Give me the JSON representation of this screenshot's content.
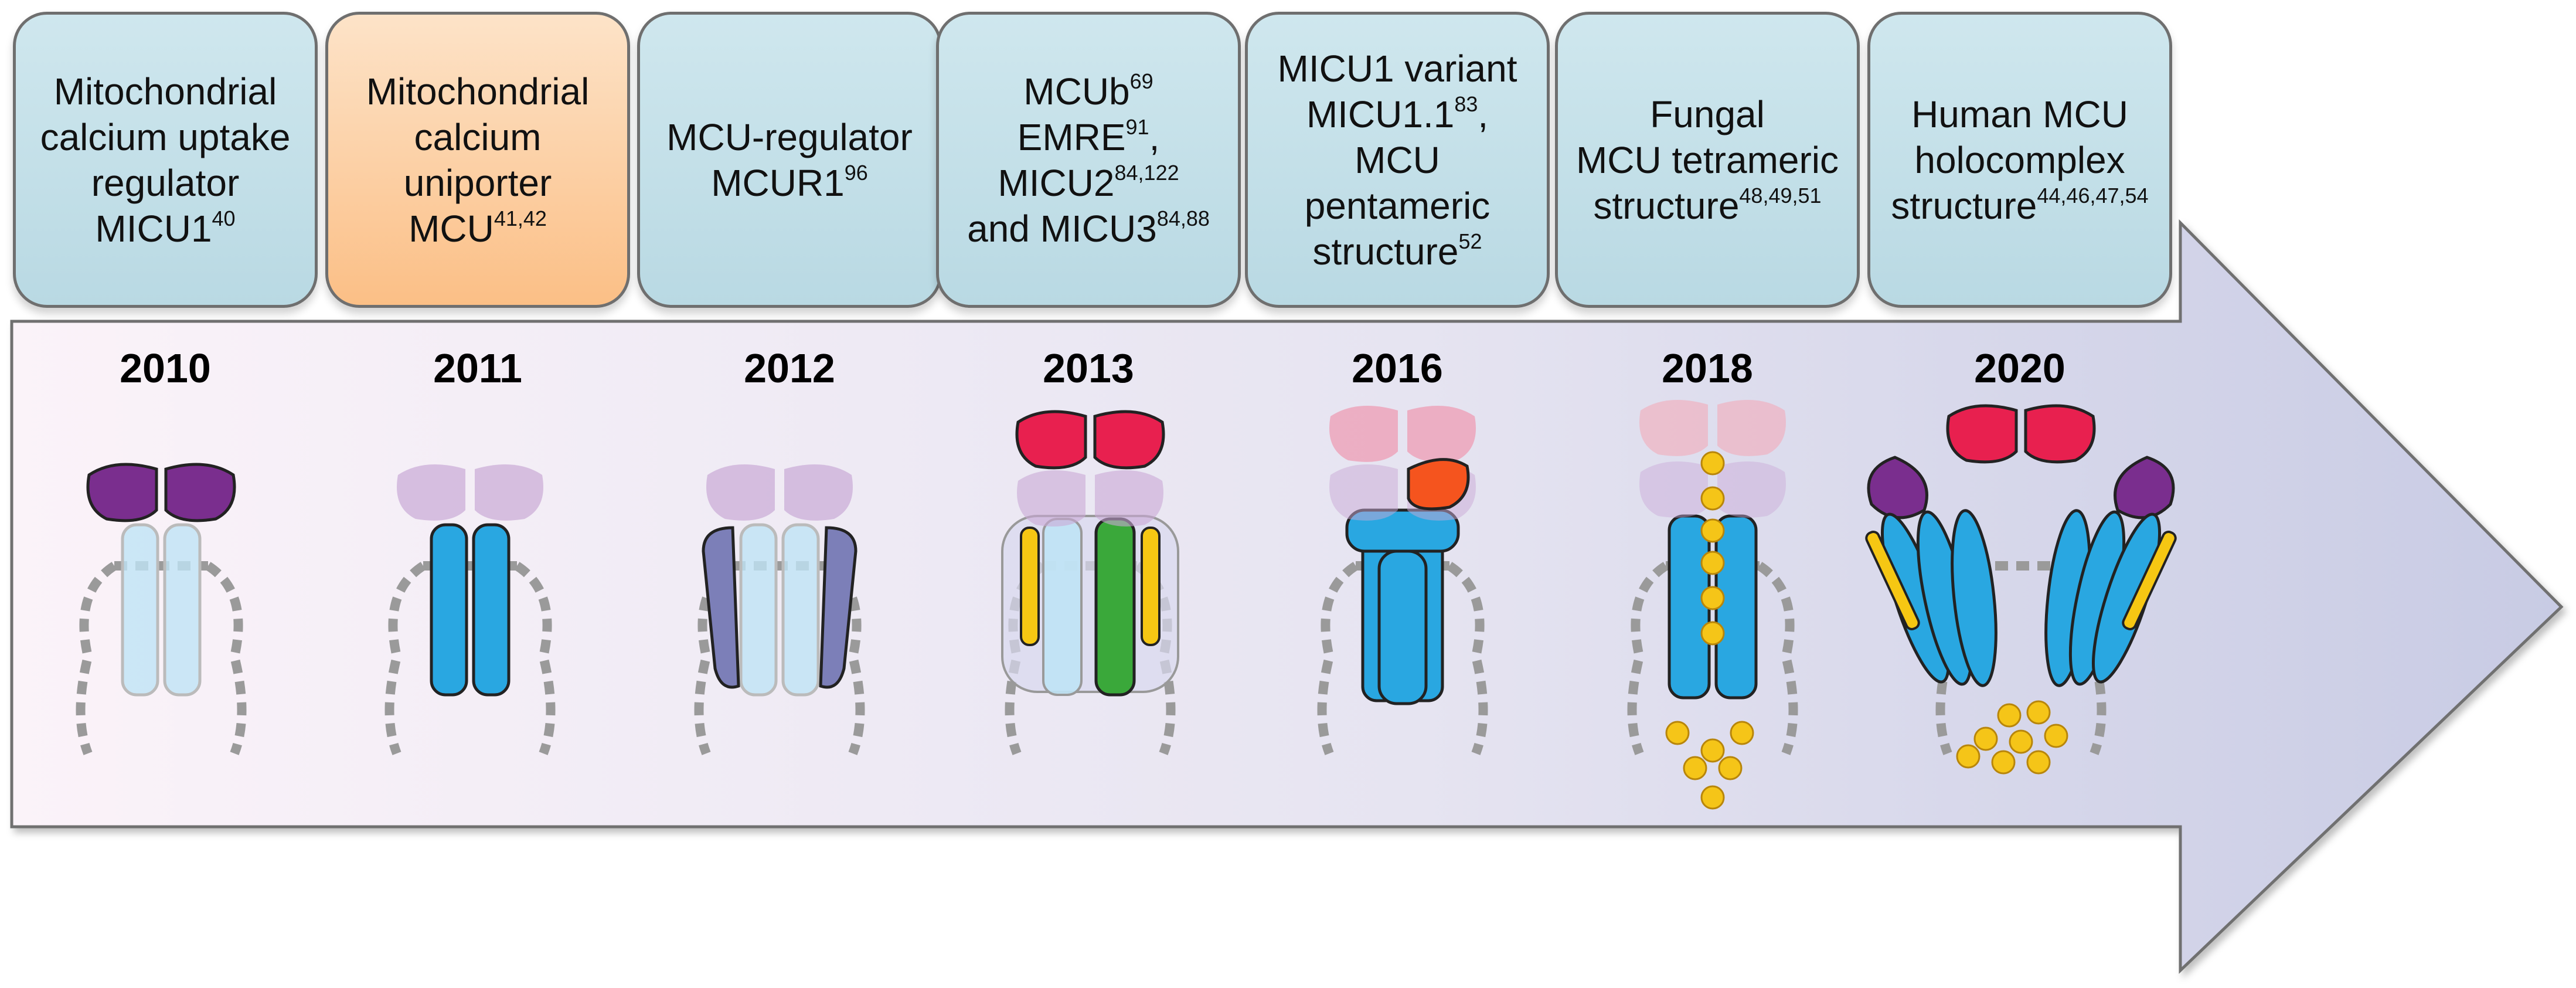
{
  "milestones": [
    {
      "year": "2010",
      "lines": [
        {
          "t": "Mitochondrial"
        },
        {
          "t": "calcium uptake"
        },
        {
          "t": "regulator"
        },
        {
          "t": "MICU1",
          "sup": "40"
        }
      ]
    },
    {
      "year": "2011",
      "highlight": true,
      "lines": [
        {
          "t": "Mitochondrial"
        },
        {
          "t": "calcium"
        },
        {
          "t": "uniporter"
        },
        {
          "t": "MCU",
          "sup": "41,42"
        }
      ]
    },
    {
      "year": "2012",
      "lines": [
        {
          "t": "MCU-regulator"
        },
        {
          "t": "MCUR1",
          "sup": "96"
        }
      ]
    },
    {
      "year": "2013",
      "lines": [
        {
          "t": "MCUb",
          "sup": "69"
        },
        {
          "t": "EMRE",
          "sup": "91",
          "after": ","
        },
        {
          "t": "MICU2",
          "sup": "84,122"
        },
        {
          "t": "and MICU3",
          "sup": "84,88"
        }
      ]
    },
    {
      "year": "2016",
      "lines": [
        {
          "t": "MICU1 variant"
        },
        {
          "t": "MICU1.1",
          "sup": "83",
          "after": ","
        },
        {
          "t": "MCU pentameric"
        },
        {
          "t": "structure",
          "sup": "52"
        }
      ]
    },
    {
      "year": "2018",
      "lines": [
        {
          "t": "Fungal"
        },
        {
          "t": "MCU tetrameric"
        },
        {
          "t": "structure",
          "sup": "48,49,51"
        }
      ]
    },
    {
      "year": "2020",
      "lines": [
        {
          "t": "Human MCU"
        },
        {
          "t": "holocomplex"
        },
        {
          "t": "structure",
          "sup": "44,46,47,54"
        }
      ]
    }
  ],
  "colors": {
    "box_fill": "#c4e0e8",
    "box_highlight_fill": "#fbc690",
    "box_border": "#6f6f6f",
    "mcu_blue": "#29a7e1",
    "micu_purple": "#7a2e8e",
    "micu2_red": "#e8204f",
    "micu1_1_orange": "#f5541e",
    "mcub_green": "#3aa83a",
    "emre_yellow": "#f6c713",
    "mcur1_lavender": "#7c7fb8",
    "calcium_ion": "#f5c518",
    "membrane_dash": "#9a9a9a",
    "arrow_fill_start": "#f5f0f7",
    "arrow_fill_end": "#c9cce6"
  },
  "icons": {
    "ion": "calcium-ion-icon"
  }
}
